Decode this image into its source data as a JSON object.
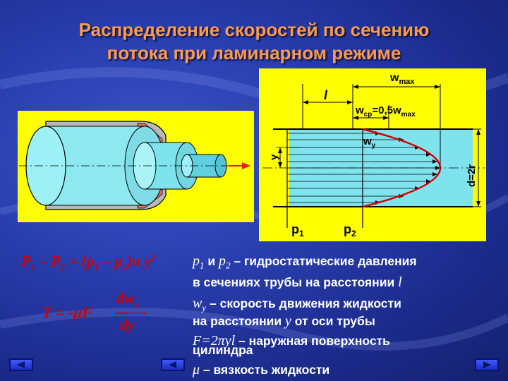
{
  "title": {
    "line1": "Распределение скоростей по сечению",
    "line2": "потока при ламинарном  режиме"
  },
  "profile_labels": {
    "wmax_w": "w",
    "wmax_sub": "max",
    "l": "l",
    "wcp_w": "w",
    "wcp_sub": "cp",
    "wcp_eq": "=0,5w",
    "wcp_eq_sub": "max",
    "wy_w": "w",
    "wy_sub": "y",
    "y": "y",
    "d": "d=2r",
    "p1": "p",
    "p1_sub": "1",
    "p2": "p",
    "p2_sub": "2"
  },
  "formulas": {
    "f1_left": "P",
    "f1_s1": "1",
    "f1_minus": " – P",
    "f1_s2": "2",
    "f1_mid": " = (p",
    "f1_s3": "1",
    "f1_m2": " – p",
    "f1_s4": "2",
    "f1_end": ")π y",
    "f1_sup": "2",
    "f2_left": "T = -μF",
    "f2_num": "dw",
    "f2_num_sub": "y",
    "f2_den": "dy"
  },
  "descriptions": {
    "line1_p1": "p",
    "line1_p1_sub": "1",
    "line1_and": " и ",
    "line1_p2": "p",
    "line1_p2_sub": "2",
    "line1_text": " – гидростатические давления",
    "line2_text": "в сечениях трубы на расстоянии ",
    "line2_l": "l",
    "line3_w": "w",
    "line3_w_sub": "y",
    "line3_text": " – скорость движения жидкости",
    "line4_text": "на расстоянии ",
    "line4_y": "y",
    "line4_text2": " от оси трубы",
    "line5_f": "F=2πyl",
    "line5_text": " – наружная поверхность",
    "line6_text": "цилиндра",
    "line7_mu": "μ",
    "line7_text": " – вязкость жидкости"
  },
  "colors": {
    "panel": "#ffff00",
    "title": "#ff9a4a",
    "formula": "#cc0000",
    "fluid": "#7fe3ee",
    "profile": "#d40000"
  },
  "icons": [
    "nav-back-icon",
    "nav-home-icon",
    "nav-forward-icon"
  ]
}
